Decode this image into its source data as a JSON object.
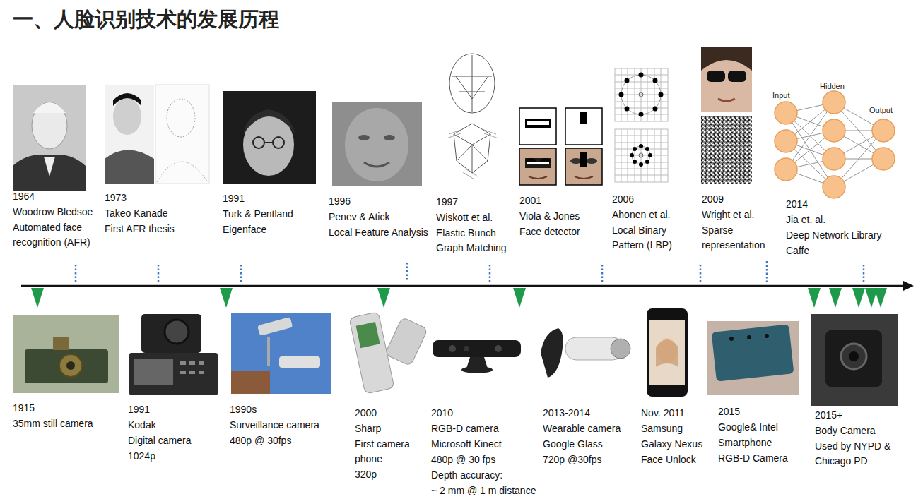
{
  "diagram": {
    "title": "一、人脸识别技术的发展历程",
    "labels": [
      "1964",
      "Woodrow Bledsoe",
      "Automated face recognition (AFR)",
      "1973",
      "Takeo Kanade",
      "First AFR thesis",
      "1991",
      "Turk & Pentland",
      "Eigenface",
      "1996",
      "Penev & Atick",
      "Local Feature Analysis",
      "1997",
      "Wiskott et al.",
      "Elastic Bunch Graph Matching",
      "2001",
      "Viola & Jones",
      "Face detector",
      "2006",
      "Ahonen et al.",
      "Local Binary Pattern (LBP)",
      "2009",
      "Wright et al.",
      "Sparse representation",
      "2014",
      "Jia et. al.",
      "Deep Network Library",
      "Caffe",
      "Input",
      "Hidden",
      "Output",
      "1915",
      "35mm still camera",
      "1991",
      "Kodak",
      "Digital camera",
      "1024p",
      "1990s",
      "Surveillance camera",
      "480p @ 30fps",
      "2000",
      "Sharp",
      "First camera phone",
      "320p",
      "2010",
      "RGB-D camera",
      "Microsoft Kinect",
      "480p @ 30 fps",
      "Depth accuracy:",
      "~ 2 mm @ 1 m distance",
      "2013-2014",
      "Wearable camera",
      "Google Glass",
      "720p @30fps",
      "Nov. 2011",
      "Samsung",
      "Galaxy Nexus",
      "Face Unlock",
      "2015",
      "Google& Intel",
      "Smartphone",
      "RGB-D Camera",
      "2015+",
      "Body Camera",
      "Used by NYPD & Chicago PD"
    ]
  }
}
